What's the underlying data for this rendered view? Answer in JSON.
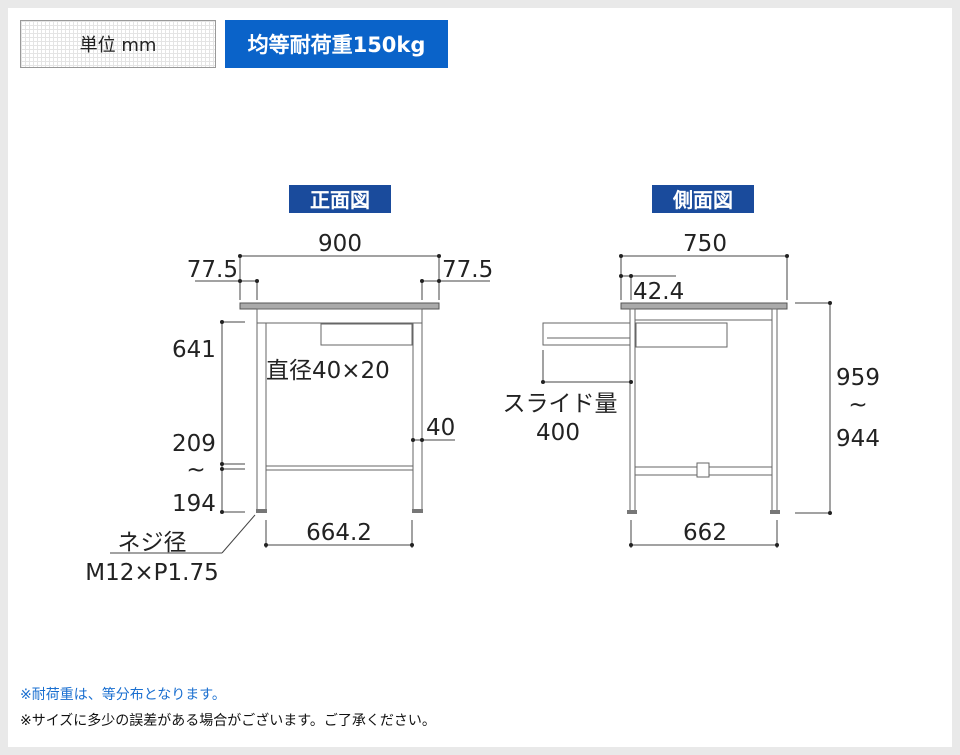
{
  "header": {
    "unit_label": "単位 mm",
    "load_badge": "均等耐荷重150kg"
  },
  "front_view": {
    "title": "正面図",
    "width": "900",
    "left_offset": "77.5",
    "right_offset": "77.5",
    "shelf_height": "641",
    "lower_max": "209",
    "range_mark": "~",
    "lower_min": "194",
    "drawer_size": "直径40×20",
    "leg_size": "40",
    "inner_width": "664.2",
    "screw_label": "ネジ径",
    "screw_size": "M12×P1.75"
  },
  "side_view": {
    "title": "側面図",
    "depth": "750",
    "offset": "42.4",
    "slide_label": "スライド量",
    "slide_amount": "400",
    "height_max": "959",
    "range_mark": "~",
    "height_min": "944",
    "inner_depth": "662"
  },
  "notes": {
    "load_note": "※耐荷重は、等分布となります。",
    "size_note": "※サイズに多少の誤差がある場合がございます。ご了承ください。"
  },
  "colors": {
    "accent": "#0a63c9",
    "title_bg": "#1a4b9c",
    "note_blue": "#1a6fd0"
  }
}
